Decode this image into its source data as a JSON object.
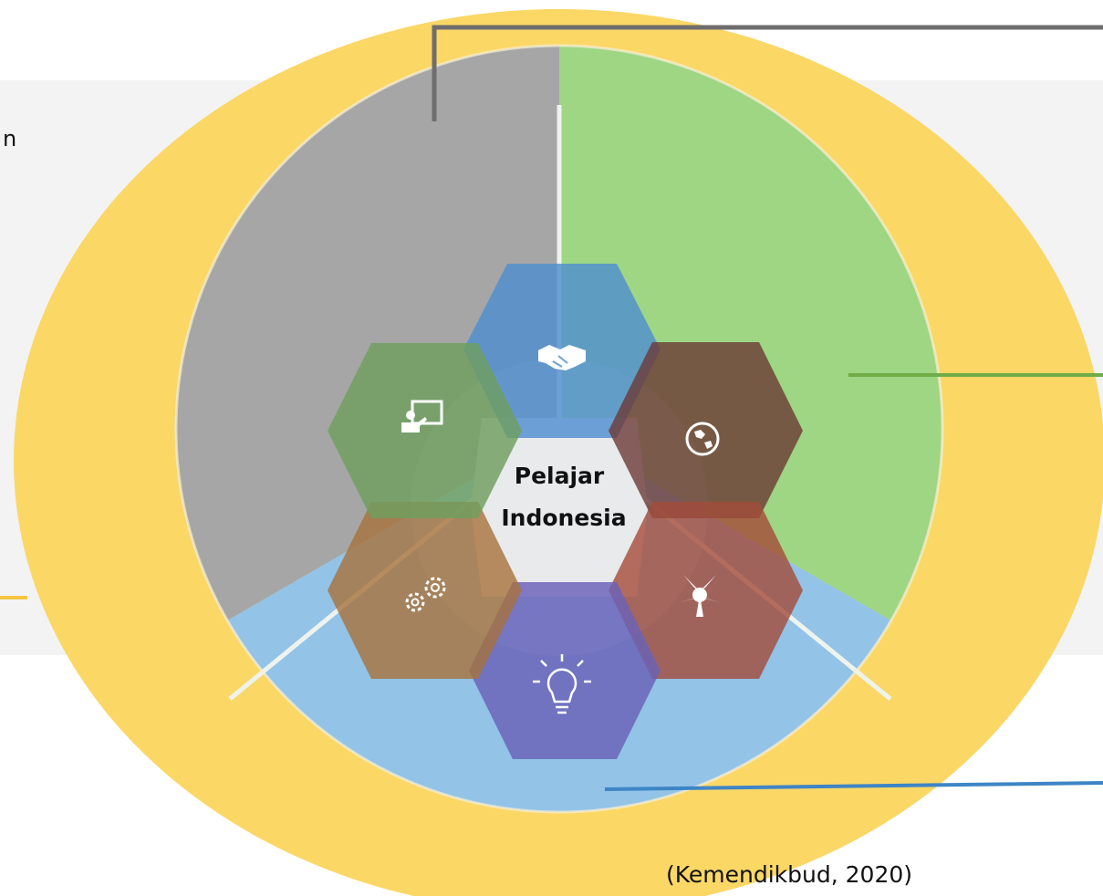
{
  "center": {
    "line1": "Pelajar",
    "line2": "Indonesia"
  },
  "edge_fragment": "n",
  "source": "(Kemendikbud, 2020)",
  "colors": {
    "background_panel": "#f3f3f3",
    "outer_ring": "#fbd766",
    "sector_gray": "#a6a6a6",
    "sector_green": "#9ed684",
    "sector_blue": "#93c3e7",
    "hex_blue": "#4f8fcf",
    "hex_green": "#6f9f5e",
    "hex_brown": "#6b3a36",
    "hex_red": "#a44b3a",
    "hex_orange": "#a8723b",
    "hex_purple": "#6a61b8",
    "center_hex": "#e8eaec",
    "connector_gray": "#6e6e6e",
    "connector_green": "#70ad47",
    "connector_blue": "#3d85c6",
    "connector_yellow": "#f4c542"
  },
  "hexagons": [
    {
      "icon": "handshake-icon"
    },
    {
      "icon": "globe-icon"
    },
    {
      "icon": "collaboration-icon"
    },
    {
      "icon": "lightbulb-icon"
    },
    {
      "icon": "gears-icon"
    },
    {
      "icon": "teacher-board-icon"
    }
  ]
}
